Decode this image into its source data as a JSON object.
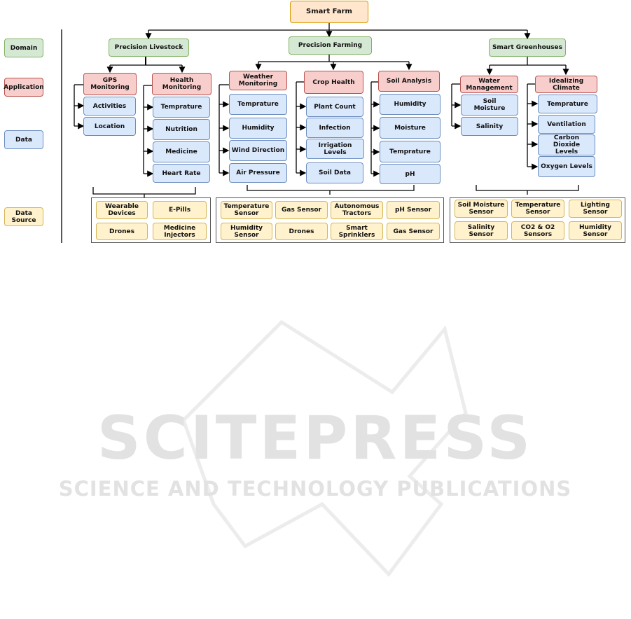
{
  "root": "Smart Farm",
  "legend": {
    "domain": "Domain",
    "application": "Application",
    "data": "Data",
    "source": "Data\nSource"
  },
  "domains": {
    "livestock": {
      "label": "Precision Livestock",
      "apps": [
        {
          "label": "GPS Monitoring",
          "data": [
            "Activities",
            "Location"
          ]
        },
        {
          "label": "Health\nMonitoring",
          "data": [
            "Temprature",
            "Nutrition",
            "Medicine",
            "Heart Rate"
          ]
        }
      ],
      "sources": [
        "Wearable\nDevices",
        "E-Pills",
        "Drones",
        "Medicine\nInjectors"
      ]
    },
    "farming": {
      "label": "Precision Farming",
      "apps": [
        {
          "label": "Weather\nMonitoring",
          "data": [
            "Temprature",
            "Humidity",
            "Wind Direction",
            "Air Pressure"
          ]
        },
        {
          "label": "Crop Health",
          "data": [
            "Plant Count",
            "Infection",
            "Irrigation Levels",
            "Soil Data"
          ]
        },
        {
          "label": "Soil Analysis",
          "data": [
            "Humidity",
            "Moisture",
            "Temprature",
            "pH"
          ]
        }
      ],
      "sources": [
        "Temperature\nSensor",
        "Gas Sensor",
        "Autonomous\nTractors",
        "pH Sensor",
        "Humidity\nSensor",
        "Drones",
        "Smart\nSprinklers",
        "Gas Sensor"
      ]
    },
    "greenhouse": {
      "label": "Smart Greenhouses",
      "apps": [
        {
          "label": "Water\nManagement",
          "data": [
            "Soil\nMoisture",
            "Salinity"
          ]
        },
        {
          "label": "Idealizing\nClimate",
          "data": [
            "Temprature",
            "Ventilation",
            "Carbon Dioxide\nLevels",
            "Oxygen Levels"
          ]
        }
      ],
      "sources": [
        "Soil Moisture\nSensor",
        "Temperature\nSensor",
        "Lighting\nSensor",
        "Salinity Sensor",
        "CO2 & O2\nSensors",
        "Humidity\nSensor"
      ]
    }
  },
  "watermark": {
    "line1": "SCITEPRESS",
    "line2": "SCIENCE AND TECHNOLOGY PUBLICATIONS",
    "color": "#e2e2e2"
  },
  "colors": {
    "domain_fill": "#d5e8d4",
    "application_fill": "#f8cecc",
    "data_fill": "#dae8fc",
    "source_fill": "#fff2cc",
    "root_fill": "#ffe6cc"
  }
}
